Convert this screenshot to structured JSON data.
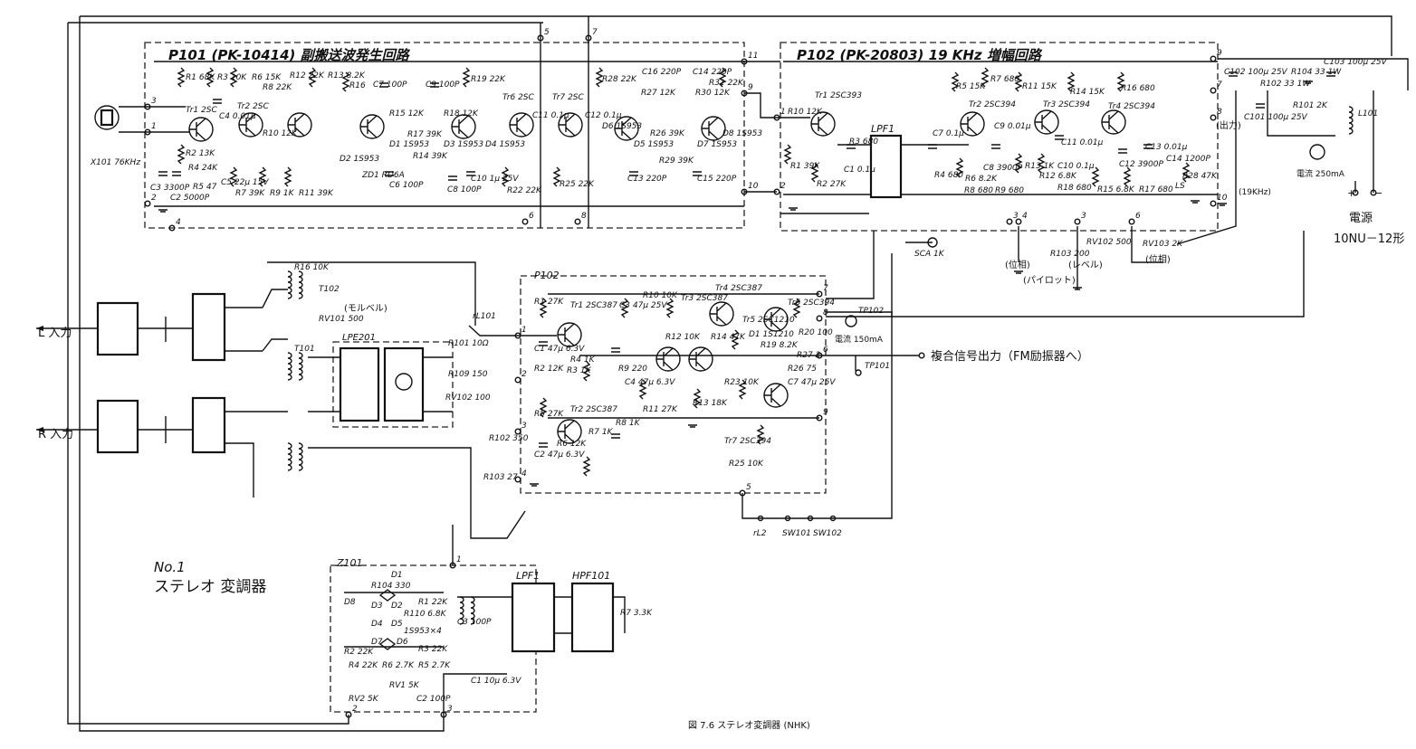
{
  "titles": {
    "p101": "P101 (PK-10414) 副搬送波発生回路",
    "p102_amp": "P102 (PK-20803) 19 KHz 増幅回路",
    "p102_lower": "P102",
    "z101": "Z101",
    "lpf201": "LPE201",
    "lpf1_upper": "LPF1",
    "lpf1_lower": "LPF1",
    "hpf101": "HPF101",
    "no1": "No.1",
    "device": "ステレオ 変調器",
    "caption": "図 7.6  ステレオ変調器 (NHK)"
  },
  "io": {
    "l_input": "L 入力",
    "r_input": "R 入力",
    "output": "複合信号出力（FM励振器へ）",
    "power": "電源",
    "power_model": "10NU－12形",
    "power_plus": "+",
    "power_minus": "−",
    "meter_250": "電流 250mA",
    "meter_150": "電流 150mA",
    "sca": "SCA 1K",
    "tp101": "TP101",
    "tp102": "TP102",
    "out_label": "(出力)",
    "khz19": "(19KHz)",
    "phase1": "(位相)",
    "phase2": "(位相)",
    "level": "(レベル)",
    "pilot": "(パイロット)",
    "mod_level": "(モルベル)",
    "rl101": "rL101",
    "rl2": "rL2",
    "sw101": "SW101",
    "sw102": "SW102",
    "crystal": "X101 76KHz"
  },
  "terminals": [
    "3",
    "1",
    "2",
    "4",
    "5",
    "7",
    "6",
    "8",
    "11",
    "9",
    "10",
    "1",
    "2",
    "9",
    "7",
    "8",
    "10",
    "3",
    "4",
    "3",
    "6",
    "1",
    "2",
    "3",
    "4",
    "7",
    "8",
    "6",
    "9",
    "5",
    "1",
    "2",
    "3"
  ],
  "components": [
    "R1 68K",
    "R3 10K",
    "R6 15K",
    "R8 22K",
    "R12 22K",
    "R13 8.2K",
    "R16",
    "C7 100P",
    "C9 100P",
    "R19 22K",
    "Tr6 2SC",
    "Tr7 2SC",
    "R28 22K",
    "C16 220P",
    "C14 220P",
    "R31 22K",
    "Tr1 2SC",
    "Tr2 2SC",
    "C4 0.01μ",
    "R10 12K",
    "R15 12K",
    "R18 12K",
    "D1 1S953",
    "D2 1S953",
    "D3 1S953",
    "D4 1S953",
    "R14 39K",
    "R17 39K",
    "ZD1 RD6A",
    "C6 100P",
    "C8 100P",
    "C10 1μ 25V",
    "R22 22K",
    "R25 22K",
    "C11 0.1μ",
    "C12 0.1μ",
    "D6 1S953",
    "D5 1S953",
    "R26 39K",
    "R29 39K",
    "D7 1S953",
    "D8 1S953",
    "C13 220P",
    "C15 220P",
    "R27 12K",
    "R30 12K",
    "C3 3300P",
    "C2 5000P",
    "R2 13K",
    "R4 24K",
    "R5 47",
    "C5 22μ 15V",
    "R7 39K",
    "R9 1K",
    "R11 39K",
    "Tr1 2SC393",
    "R10 12K",
    "R1 39K",
    "R2 27K",
    "R3 680",
    "C1 0.1μ",
    "C7 0.1μ",
    "R4 680",
    "R5 15K",
    "R7 680",
    "Tr2 2SC394",
    "R11 15K",
    "C9 0.01μ",
    "C8 3900P",
    "R6 8.2K",
    "R8 680",
    "R9 680",
    "R13 1K",
    "R14 15K",
    "Tr3 2SC394",
    "C11 0.01μ",
    "R12 6.8K",
    "C10 0.1μ",
    "R18 680",
    "R16 680",
    "Tr4 2SC394",
    "C13 0.01μ",
    "C12 3900P",
    "R15 6.8K",
    "R17 680",
    "C14 1200P",
    "LS",
    "R28 47K",
    "C101 100μ 25V",
    "C102 100μ 25V",
    "R102 33 1W",
    "R104 33 1W",
    "C103 100μ 25V",
    "R101 2K",
    "L101",
    "RV103 2K",
    "RV102 500",
    "R103 200",
    "R1 27K",
    "Tr1 2SC387",
    "C1 47μ 6.3V",
    "R2 12K",
    "R3 1K",
    "R4 1K",
    "R5 27K",
    "Tr2 2SC387",
    "C2 47μ 6.3V",
    "R6 12K",
    "R7 1K",
    "R8 1K",
    "C3 47μ 25V",
    "R9 220",
    "C4 47μ 6.3V",
    "R10 10K",
    "R11 27K",
    "R12 10K",
    "Tr3 2SC387",
    "R13 18K",
    "R14 47K",
    "Tr4 2SC387",
    "Tr5 2SC1210",
    "D1 1S1210",
    "R19 8.2K",
    "R20 100",
    "Tr6 2SC394",
    "R27 2",
    "R26 75",
    "C7 47μ 25V",
    "Tr7 2SC394",
    "R25 10K",
    "R23 10K",
    "R16 10K",
    "T101",
    "T102",
    "RV101 500",
    "R101 10Ω",
    "R109 150",
    "RV102 100",
    "R102 350",
    "R103 27",
    "R104 330",
    "D1",
    "D2",
    "D3",
    "D4",
    "D5",
    "D6",
    "D7",
    "D8",
    "R1 22K",
    "R2 22K",
    "R3 22K",
    "R4 22K",
    "R5 2.7K",
    "R6 2.7K",
    "RV1 5K",
    "RV2 5K",
    "C2 100P",
    "C3 100P",
    "C1 10μ 6.3V",
    "R7 3.3K",
    "R110 6.8K",
    "1S953×4",
    "1S953×4"
  ],
  "colors": {
    "ink": "#111111",
    "paper": "#ffffff"
  }
}
